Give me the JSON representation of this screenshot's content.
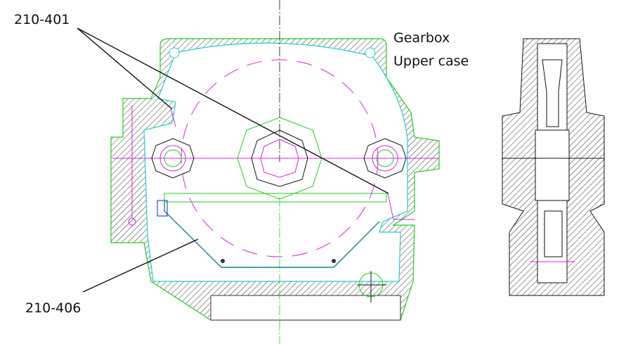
{
  "labels": {
    "part_top": "210-401",
    "part_bottom": "210-406",
    "title_line1": "Gearbox",
    "title_line2": "Upper case"
  },
  "colors": {
    "hatch": "#333333",
    "green": "#22cc22",
    "cyan": "#22cccc",
    "magenta": "#dd22dd",
    "teal": "#118888",
    "blue": "#1122cc"
  }
}
